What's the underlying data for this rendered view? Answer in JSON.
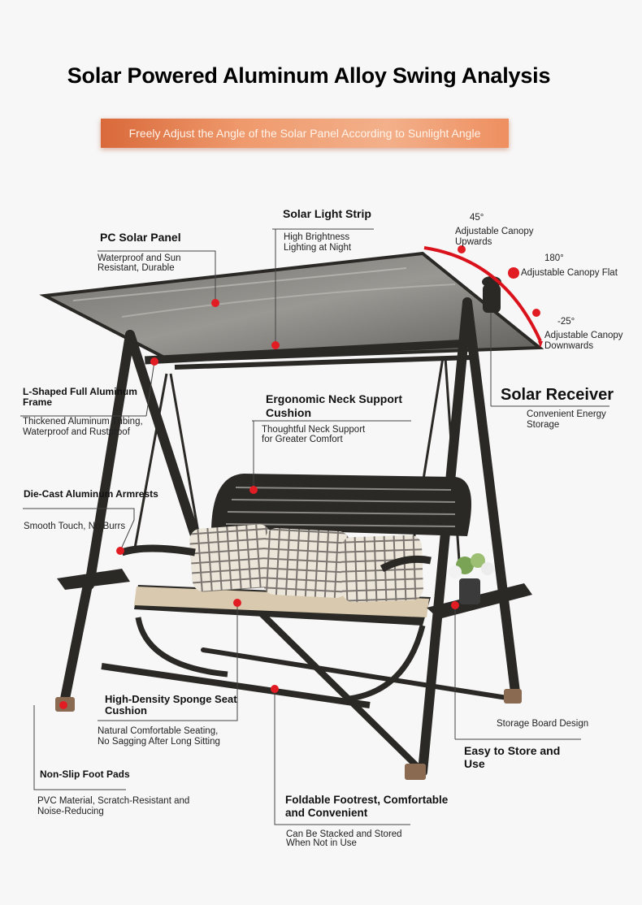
{
  "title": "Solar Powered Aluminum Alloy Swing Analysis",
  "banner": "Freely Adjust the Angle of the Solar Panel According to Sunlight Angle",
  "callouts": {
    "solar_panel": {
      "heading": "PC Solar Panel",
      "desc_1": "Waterproof and Sun",
      "desc_2": "Resistant, Durable"
    },
    "light_strip": {
      "heading": "Solar Light Strip",
      "desc_1": "High Brightness",
      "desc_2": "Lighting at Night"
    },
    "angle_up": {
      "value": "45°",
      "desc_1": "Adjustable Canopy",
      "desc_2": "Upwards"
    },
    "angle_flat": {
      "value": "180°",
      "desc": "Adjustable Canopy Flat"
    },
    "angle_down": {
      "value": "-25°",
      "desc_1": "Adjustable Canopy",
      "desc_2": "Downwards"
    },
    "frame": {
      "heading_1": "L-Shaped Full Aluminum",
      "heading_2": "Frame",
      "desc_1": "Thickened Aluminum Tubing,",
      "desc_2": "Waterproof and Rustproof"
    },
    "neck": {
      "heading_1": "Ergonomic Neck Support",
      "heading_2": "Cushion",
      "desc_1": "Thoughtful Neck Support",
      "desc_2": "for Greater Comfort"
    },
    "receiver": {
      "heading": "Solar Receiver",
      "desc_1": "Convenient Energy",
      "desc_2": "Storage"
    },
    "armrest": {
      "heading": "Die-Cast Aluminum Armrests",
      "desc": "Smooth Touch, No Burrs"
    },
    "seat": {
      "heading_1": "High-Density Sponge Seat",
      "heading_2": "Cushion",
      "desc_1": "Natural Comfortable Seating,",
      "desc_2": "No Sagging After Long Sitting"
    },
    "storage_board": {
      "heading": "Storage Board Design"
    },
    "store": {
      "heading_1": "Easy to Store and",
      "heading_2": "Use"
    },
    "foot_pads": {
      "heading": "Non-Slip Foot Pads",
      "desc_1": "PVC Material, Scratch-Resistant and",
      "desc_2": "Noise-Reducing"
    },
    "footrest": {
      "heading_1": "Foldable Footrest, Comfortable",
      "heading_2": "and Convenient",
      "desc_1": "Can Be Stacked and Stored",
      "desc_2": "When Not in Use"
    }
  },
  "colors": {
    "accent_red": "#d9121b",
    "frame": "#2b2926",
    "banner": "#e8824f"
  }
}
